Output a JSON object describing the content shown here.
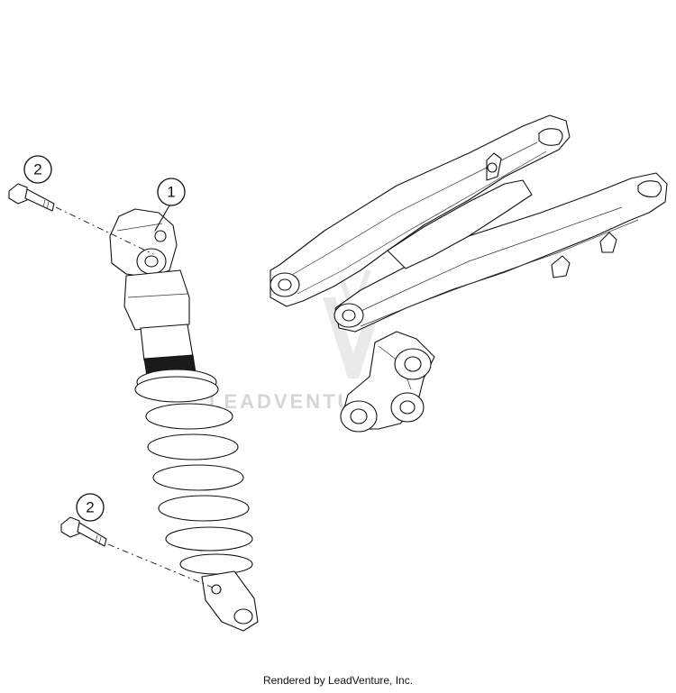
{
  "callouts": [
    {
      "id": "shock-absorber",
      "label": "1"
    },
    {
      "id": "bolt-top",
      "label": "2"
    },
    {
      "id": "bolt-bottom",
      "label": "2"
    }
  ],
  "watermark": {
    "text": "LEADVENTURE"
  },
  "footer": {
    "text": "Rendered by LeadVenture, Inc."
  },
  "colors": {
    "line": "#111111",
    "watermark": "#d6d6d6"
  }
}
